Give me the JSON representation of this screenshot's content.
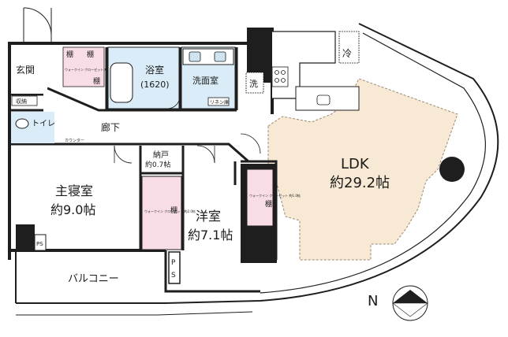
{
  "rooms": {
    "entrance": "玄関",
    "storage_entry": "収納",
    "toilet": "トイレ",
    "counter": "カウンター",
    "corridor": "廊下",
    "bath": "浴室",
    "bath_size": "(1620)",
    "washroom": "洗面室",
    "linen": "リネン庫",
    "washer": "洗",
    "fridge": "冷",
    "shelf": "棚",
    "wic_small": "ウォークイン クローゼット 約1.1帖",
    "nando": "納戸",
    "nando_size": "約0.7帖",
    "master": "主寝室",
    "master_size": "約9.0帖",
    "wic_master": "ウォークイン クローゼット 約2.0帖",
    "western": "洋室",
    "western_size": "約7.1帖",
    "wic_western": "ウォークイン クローゼット 約1.0帖",
    "ldk": "LDK",
    "ldk_size": "約29.2帖",
    "ps": "PS",
    "balcony": "バルコニー"
  },
  "compass": {
    "north_label": "N"
  },
  "colors": {
    "wall": "#1e1e1e",
    "wet_area": "#d9ecf7",
    "closet": "#f9dde6",
    "floor_hatch": "#f7e9d3",
    "hatch_edge": "#9a8a70"
  }
}
